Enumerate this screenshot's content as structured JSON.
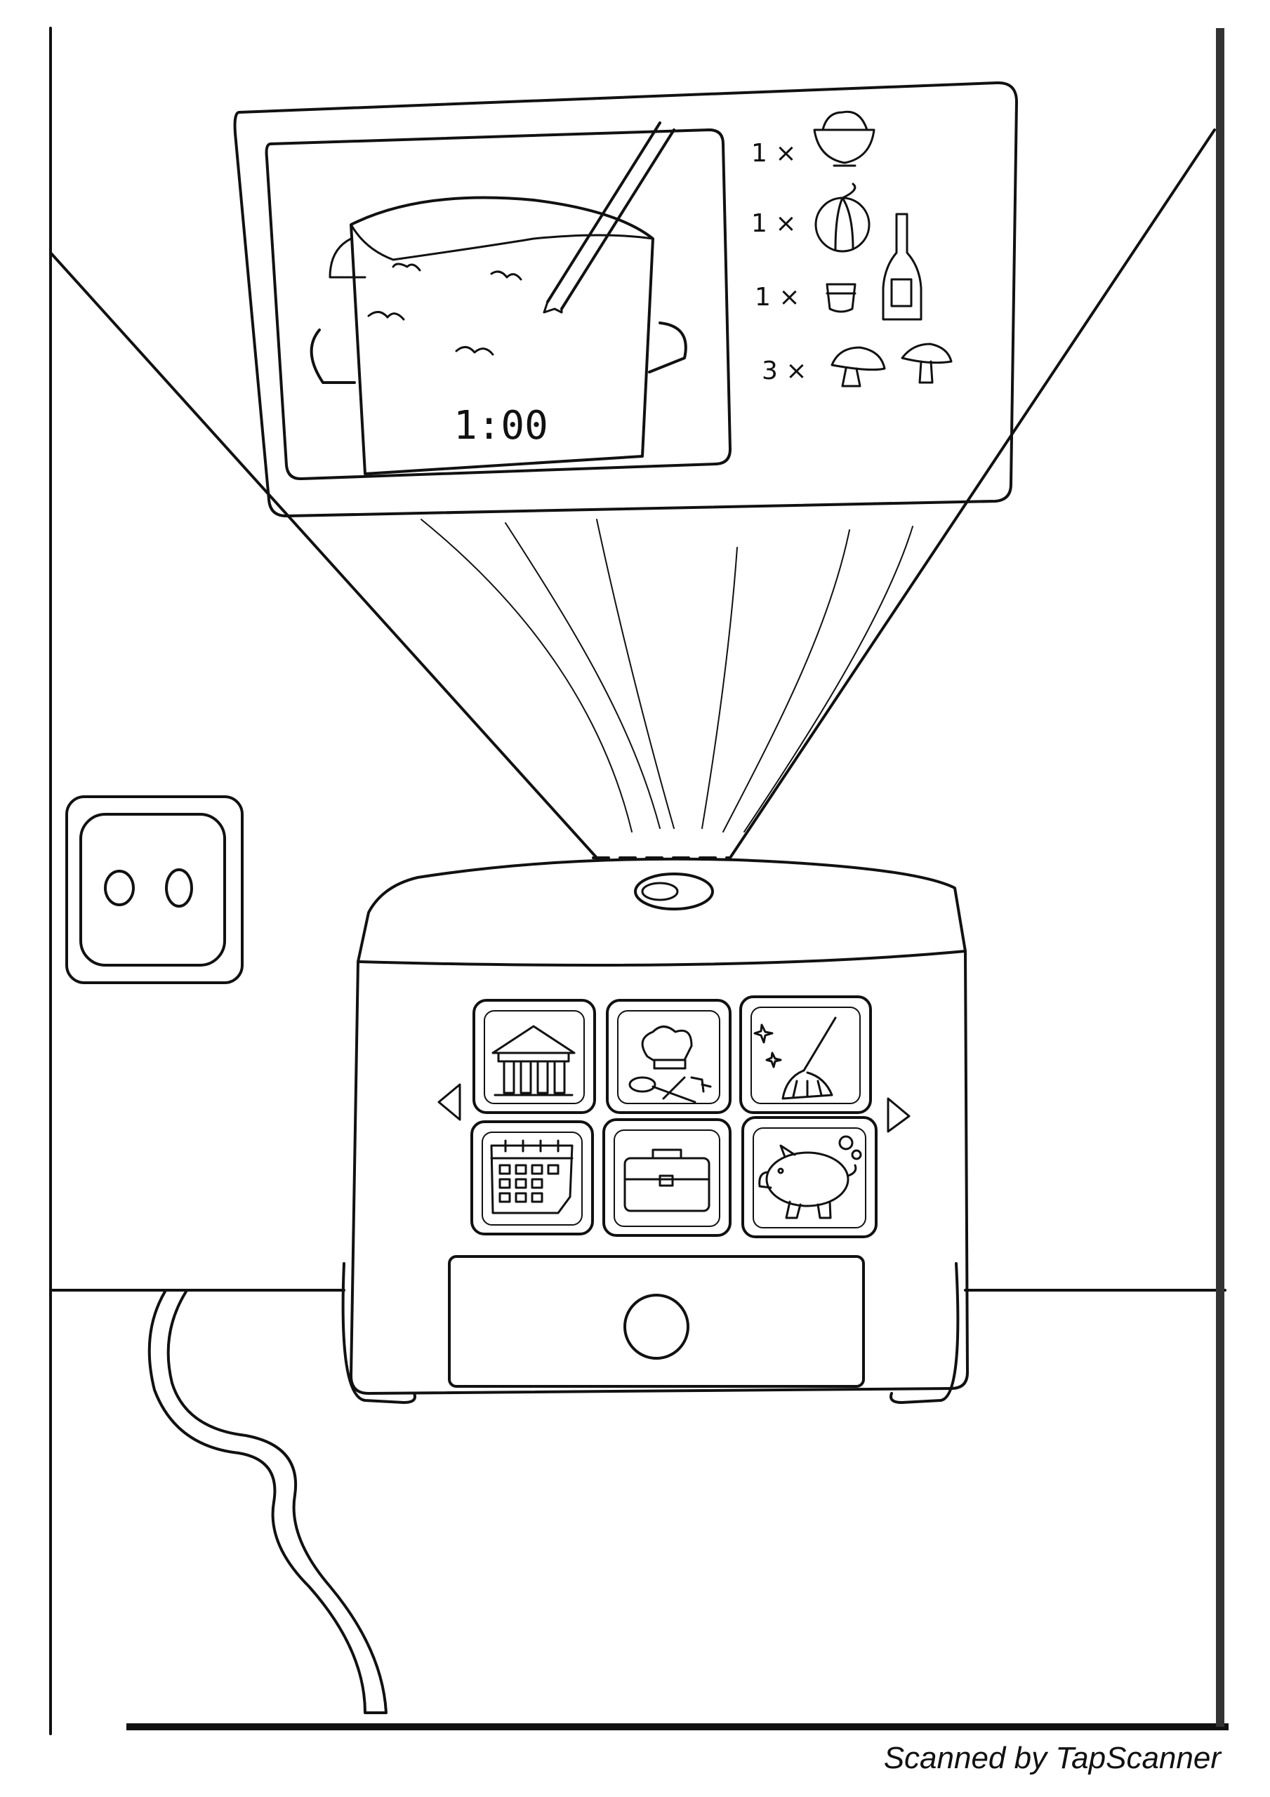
{
  "projection": {
    "timer_label": "1:00",
    "ingredients": [
      {
        "qty": "1 ×",
        "icon": "rice-bowl-icon"
      },
      {
        "qty": "1 ×",
        "icon": "onion-icon"
      },
      {
        "qty": "1 ×",
        "icon": "cup-icon"
      },
      {
        "qty": "3 ×",
        "icon": "mushroom-icon"
      }
    ],
    "extra_icon": "wine-bottle-icon"
  },
  "device": {
    "menu_tiles": [
      {
        "icon": "museum-icon"
      },
      {
        "icon": "chef-cooking-icon"
      },
      {
        "icon": "cleaning-broom-icon"
      },
      {
        "icon": "calendar-icon"
      },
      {
        "icon": "briefcase-icon"
      },
      {
        "icon": "piggy-bank-icon"
      }
    ],
    "nav_left_icon": "triangle-left-icon",
    "nav_right_icon": "triangle-right-icon"
  },
  "watermark": "Scanned by TapScanner",
  "colors": {
    "ink": "#111111",
    "paper": "#ffffff"
  }
}
